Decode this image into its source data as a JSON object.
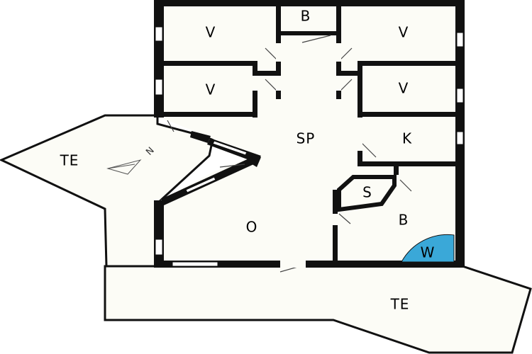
{
  "colors": {
    "background": "#ffffff",
    "floor": "#fcfcf6",
    "wall": "#111111",
    "window": "#ffffff",
    "washer": "#3aa8d8",
    "door_swing": "#444444"
  },
  "north_icon": "north-arrow-icon",
  "compass": {
    "label": "N"
  },
  "rooms": {
    "bedroom_top_left": "V",
    "bathroom_top": "B",
    "bedroom_top_right": "V",
    "bedroom_mid_left": "V",
    "bedroom_mid_right": "V",
    "living_dining": "SP",
    "kitchen": "K",
    "sauna": "S",
    "bathroom": "B",
    "utility": "W",
    "living_room": "O",
    "terrace_left": "TE",
    "terrace_bottom": "TE"
  }
}
